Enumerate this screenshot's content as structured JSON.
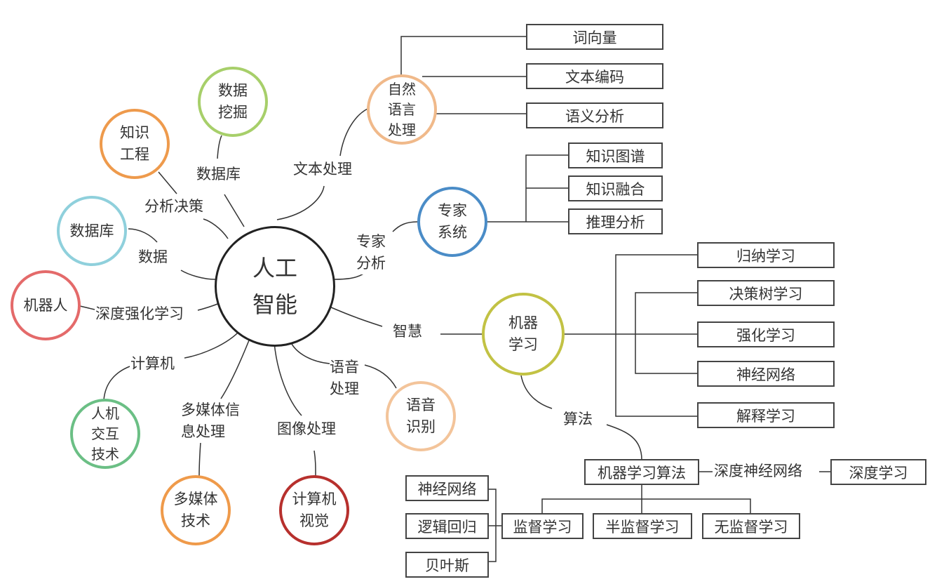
{
  "center": {
    "label": "人工\n智能",
    "color": "#222222"
  },
  "circles": [
    {
      "id": "nlp",
      "label": "自然\n语言\n处理",
      "color": "#f0b98a"
    },
    {
      "id": "expert",
      "label": "专家\n系统",
      "color": "#4a8cc7"
    },
    {
      "id": "ml",
      "label": "机器\n学习",
      "color": "#c2c244"
    },
    {
      "id": "speech",
      "label": "语音\n识别",
      "color": "#f3c49a"
    },
    {
      "id": "cv",
      "label": "计算机\n视觉",
      "color": "#b7302d"
    },
    {
      "id": "multimedia",
      "label": "多媒体\n技术",
      "color": "#ef9a4a"
    },
    {
      "id": "hci",
      "label": "人机\n交互\n技术",
      "color": "#6bbf85"
    },
    {
      "id": "robot",
      "label": "机器人",
      "color": "#e46a6a"
    },
    {
      "id": "database",
      "label": "数据库",
      "color": "#8fd0dc"
    },
    {
      "id": "knowledge",
      "label": "知识\n工程",
      "color": "#ee9a4c"
    },
    {
      "id": "datamining",
      "label": "数据\n挖掘",
      "color": "#a7cf6a"
    }
  ],
  "link_labels": {
    "text_processing": "文本处理",
    "expert_analysis": "专家\n分析",
    "wisdom": "智慧",
    "speech_processing": "语音\n处理",
    "image_processing": "图像处理",
    "multimedia_processing": "多媒体信\n息处理",
    "computer": "计算机",
    "deep_rl": "深度强化学习",
    "data": "数据",
    "analysis_decision": "分析决策",
    "database": "数据库",
    "algorithm": "算法",
    "deep_neural_net": "深度神经网络"
  },
  "nlp_children": [
    "词向量",
    "文本编码",
    "语义分析"
  ],
  "expert_children": [
    "知识图谱",
    "知识融合",
    "推理分析"
  ],
  "ml_children": [
    "归纳学习",
    "决策树学习",
    "强化学习",
    "神经网络",
    "解释学习"
  ],
  "algorithm_tree": {
    "root": "机器学习算法",
    "deep_learning": "深度学习",
    "types": [
      "监督学习",
      "半监督学习",
      "无监督学习"
    ],
    "supervised_methods": [
      "神经网络",
      "逻辑回归",
      "贝叶斯"
    ]
  }
}
